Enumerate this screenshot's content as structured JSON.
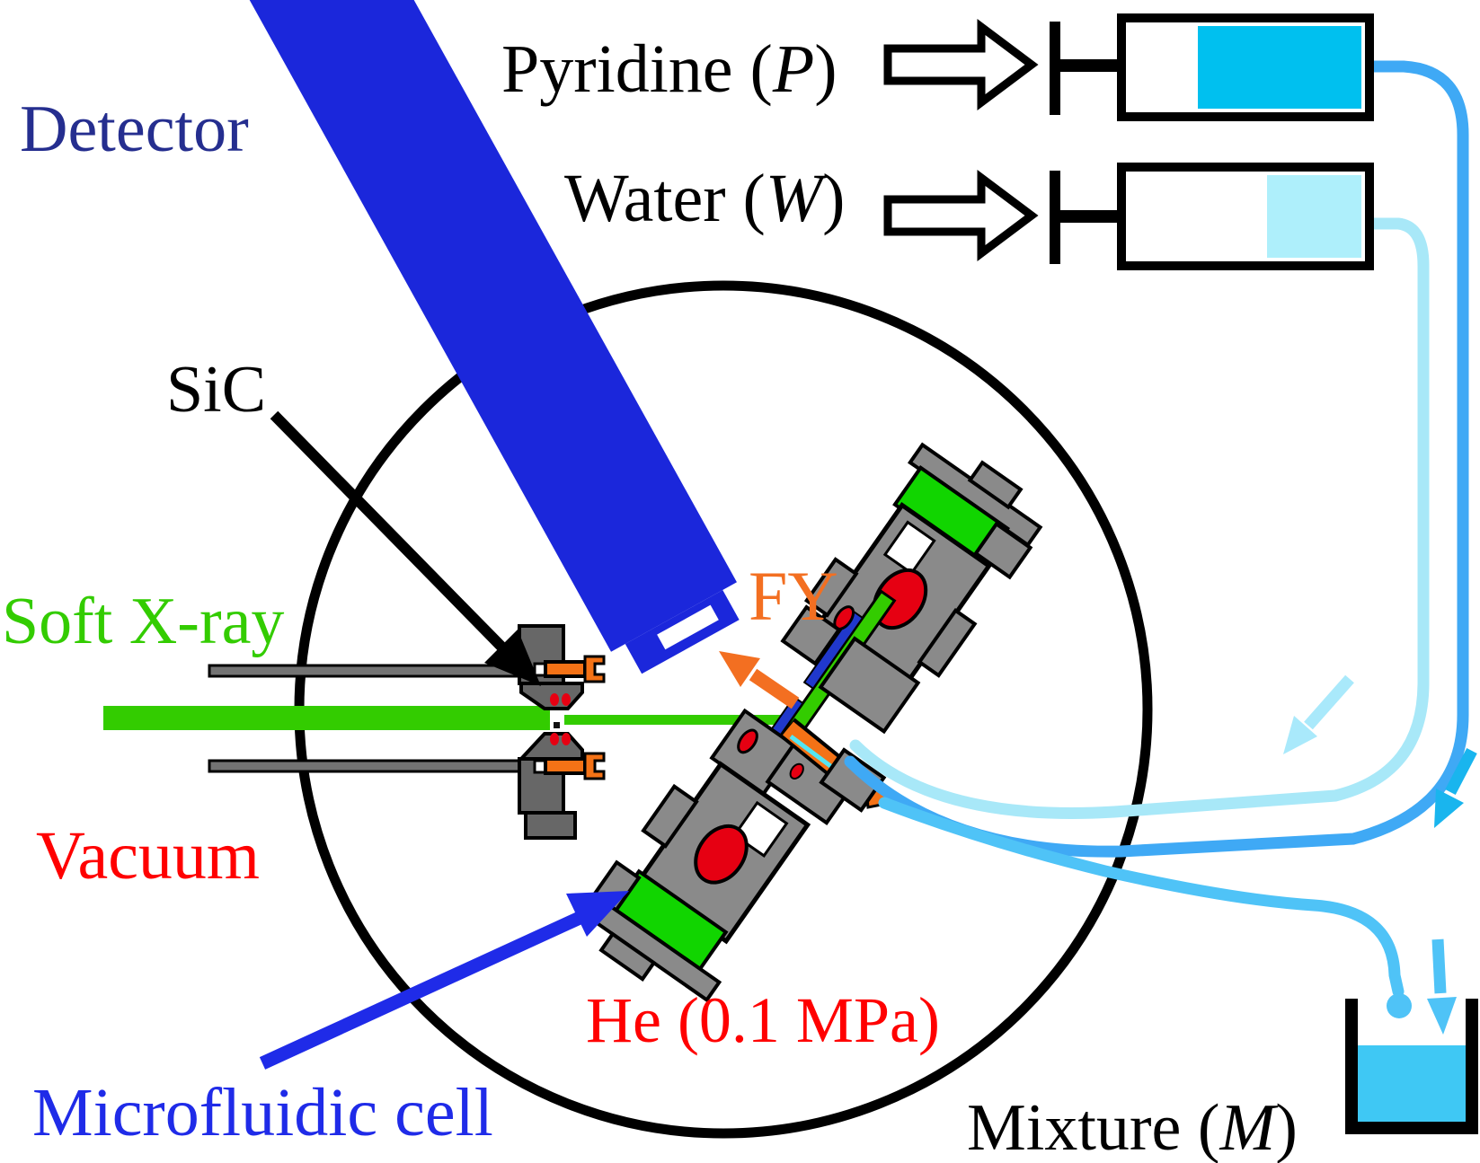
{
  "figure": {
    "labels": {
      "detector": {
        "text": "Detector"
      },
      "pyridine": {
        "pre": "Pyridine (",
        "sym": "P",
        "post": ")"
      },
      "water": {
        "pre": "Water (",
        "sym": "W",
        "post": ")"
      },
      "sic": {
        "text": "SiC"
      },
      "soft_xray": {
        "text": "Soft X-ray"
      },
      "vacuum": {
        "text": "Vacuum"
      },
      "fy": {
        "text": "FY"
      },
      "he": {
        "text": "He (0.1 MPa)"
      },
      "microfluidic_cell": {
        "text": "Microfluidic cell"
      },
      "mixture": {
        "pre": "Mixture (",
        "sym": "M",
        "post": ")"
      }
    },
    "colors": {
      "detector_blue": "#1B27DB",
      "detector_label": "#252E8F",
      "beam_green": "#33CC00",
      "clamp_green": "#11D500",
      "plate_green": "#33CC00",
      "body_gray": "#8A8A8A",
      "holder_gray": "#676767",
      "rod_gray": "#737373",
      "seal_red": "#E60012",
      "text_red": "#FF0000",
      "screw_orange": "#F47216",
      "fy_orange": "#F36F21",
      "channel_core_cyan": "#55E6F2",
      "pyridine_liquid": "#00C0EF",
      "water_liquid": "#AEEFFB",
      "pyridine_tube": "#3FA9F5",
      "water_tube": "#A8E8F8",
      "mixture_tube": "#4FC3F7",
      "beaker_liquid": "#3FC8F4",
      "arrow_pale_cyan": "#A9E9FB",
      "arrow_cyan": "#19B5EE",
      "arrow_mixture": "#4FC3F7",
      "pointer_blue": "#1F2BE8",
      "blue_strip": "#2038CC",
      "label_black": "#000000",
      "chamber_stroke": "#000000"
    },
    "icons": {
      "flow_arrow": "hollow right block arrow",
      "pointer_arrow": "solid pointer arrow",
      "droplet": "tube outlet droplet"
    }
  }
}
